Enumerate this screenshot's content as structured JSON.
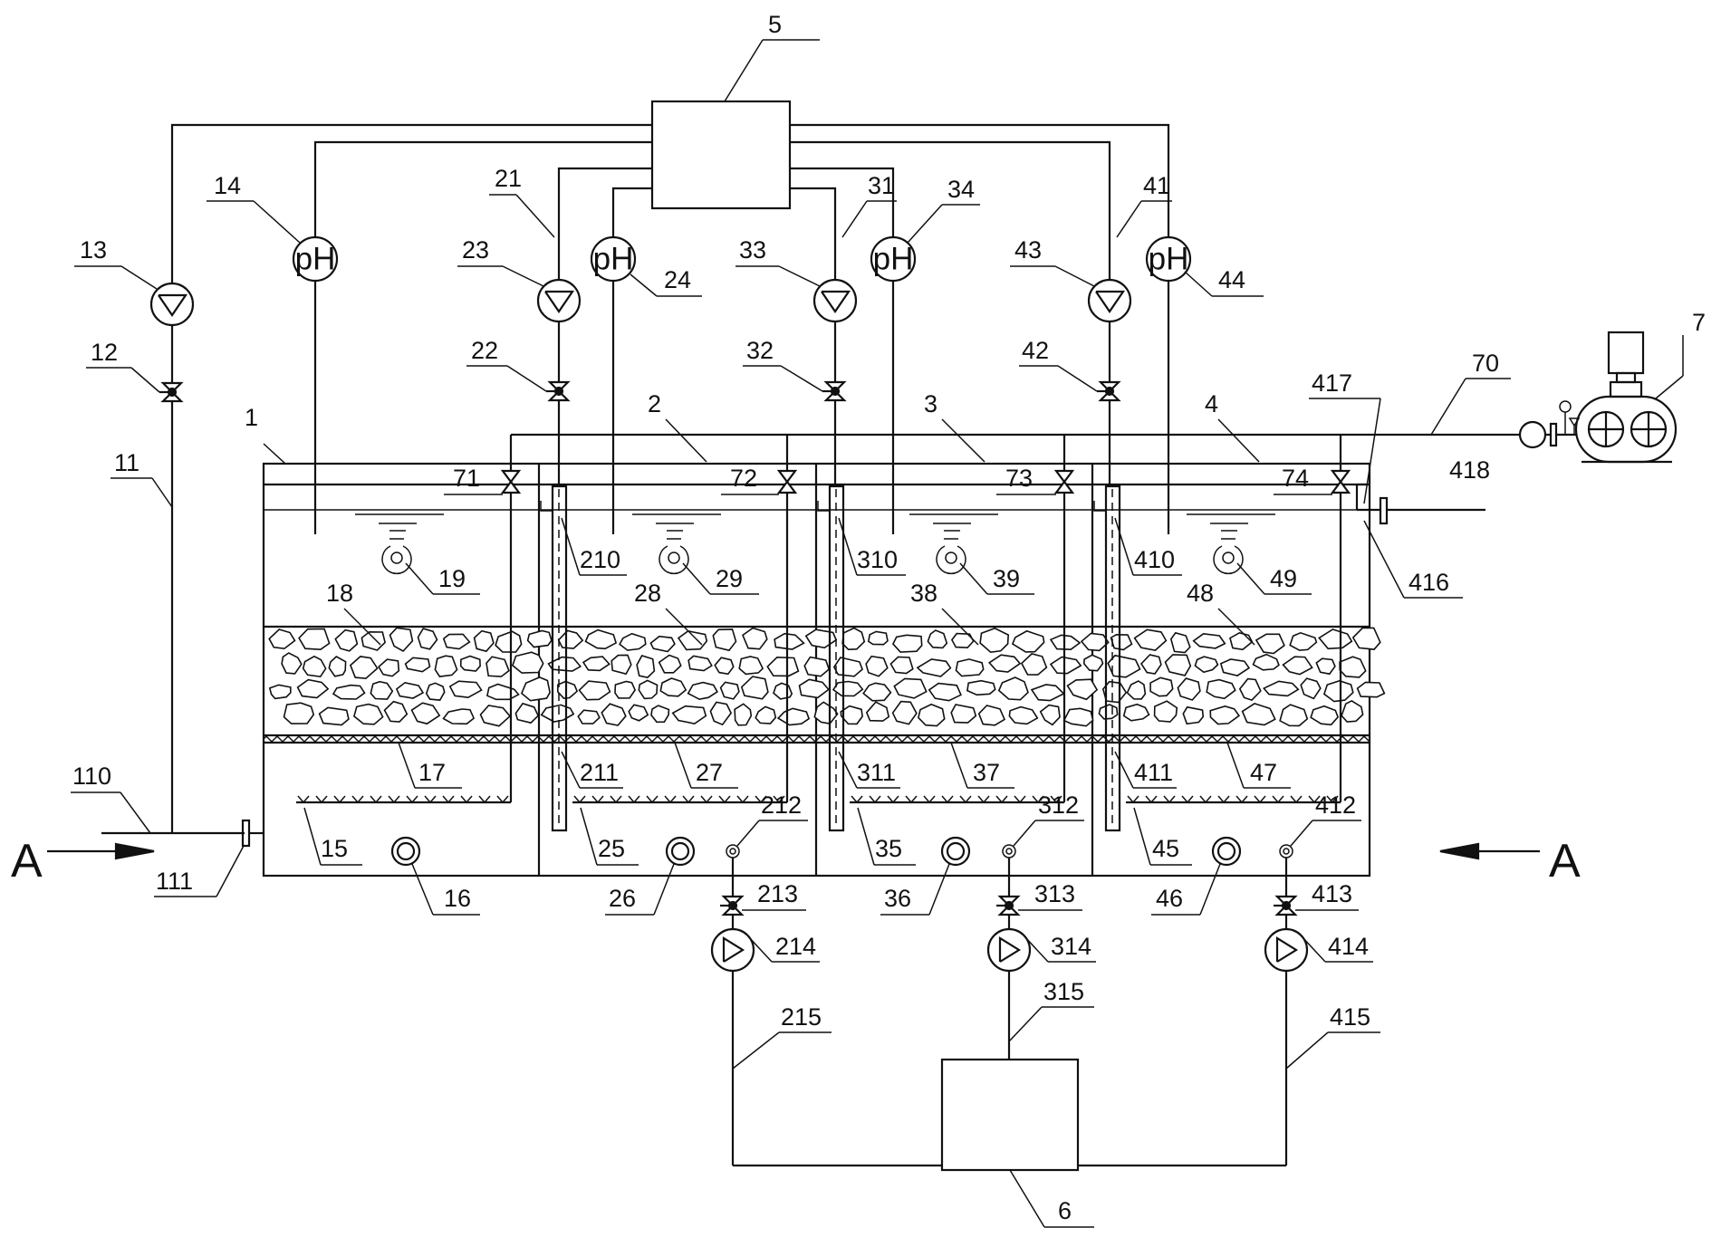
{
  "labels": {
    "section_left": "A",
    "section_right": "A",
    "ph": "pH",
    "controller": "5",
    "collector": "6",
    "blower": "7",
    "tank_1": "1",
    "tank_2": "2",
    "tank_3": "3",
    "tank_4": "4",
    "n11": "11",
    "n12": "12",
    "n13": "13",
    "n14": "14",
    "n15": "15",
    "n16": "16",
    "n17": "17",
    "n18": "18",
    "n19": "19",
    "n110": "110",
    "n111": "111",
    "n21": "21",
    "n22": "22",
    "n23": "23",
    "n24": "24",
    "n25": "25",
    "n26": "26",
    "n27": "27",
    "n28": "28",
    "n29": "29",
    "n210": "210",
    "n211": "211",
    "n212": "212",
    "n213": "213",
    "n214": "214",
    "n215": "215",
    "n31": "31",
    "n32": "32",
    "n33": "33",
    "n34": "34",
    "n35": "35",
    "n36": "36",
    "n37": "37",
    "n38": "38",
    "n39": "39",
    "n310": "310",
    "n311": "311",
    "n312": "312",
    "n313": "313",
    "n314": "314",
    "n315": "315",
    "n41": "41",
    "n42": "42",
    "n43": "43",
    "n44": "44",
    "n45": "45",
    "n46": "46",
    "n47": "47",
    "n48": "48",
    "n49": "49",
    "n410": "410",
    "n411": "411",
    "n412": "412",
    "n413": "413",
    "n414": "414",
    "n415": "415",
    "n416": "416",
    "n417": "417",
    "n418": "418",
    "n70": "70",
    "n71": "71",
    "n72": "72",
    "n73": "73",
    "n74": "74"
  }
}
